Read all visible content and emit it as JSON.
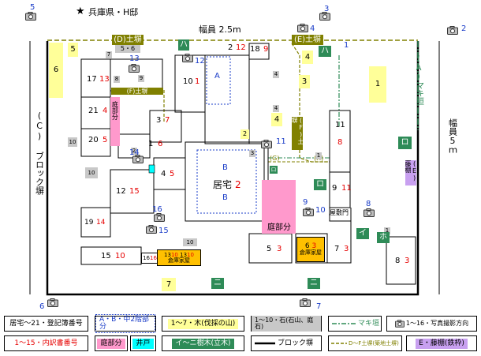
{
  "title": "兵庫県・H邸",
  "road_top": "幅員 2.5m",
  "road_right": "幅員5ｍ",
  "wall_c": "(C) ブロック塀",
  "hedge_a": "(A)マキ垣",
  "doei_d": "(D)土塀",
  "doei_e": "(E)土塀",
  "doei_f1": "(F)土塀",
  "doei_f2": "(F)土塀",
  "doei_g": "(G)",
  "doei_h": "(H)",
  "fuji_e": "(E)藤棚",
  "teibu": "庭部分",
  "teibu2": "庭部分",
  "kyotaku": "居宅",
  "kyotaku_num": "2",
  "region_a": "A",
  "region_b1": "B",
  "region_b2": "B",
  "yakumon": "屋敷門",
  "shoko1": "倉庫家屋",
  "shoko2": "倉庫家屋",
  "icons": {
    "camera": "camera-icon",
    "star": "star-icon"
  },
  "buildings": [
    {
      "k": "18",
      "r": "9"
    },
    {
      "k": "2",
      "r": "12"
    },
    {
      "k": "10",
      "r": "1"
    },
    {
      "k": "17",
      "r": "13"
    },
    {
      "k": "21",
      "r": "4"
    },
    {
      "k": "20",
      "r": "5"
    },
    {
      "k": "3",
      "r": "7"
    },
    {
      "k": "1",
      "r": "6"
    },
    {
      "k": "4",
      "r": "5"
    },
    {
      "k": "12",
      "r": "15"
    },
    {
      "k": "19",
      "r": "14"
    },
    {
      "k": "15",
      "r": "10"
    },
    {
      "k": "16",
      "r": "16"
    },
    {
      "k": "13",
      "r": "10"
    },
    {
      "k": "13",
      "r": "10"
    },
    {
      "k": "5",
      "r": "3"
    },
    {
      "k": "6",
      "r": "3"
    },
    {
      "k": "7",
      "r": "3"
    },
    {
      "k": "9",
      "r": "11"
    },
    {
      "k": "11",
      "r": "8"
    },
    {
      "k": "8",
      "r": "3"
    }
  ],
  "trees_yellow": [
    "5",
    "6",
    "4",
    "3",
    "4",
    "2",
    "1",
    "7"
  ],
  "stones_gray": [
    "7",
    "8",
    "9",
    "5・6",
    "4",
    "4",
    "3",
    "10",
    "10",
    "10",
    "1",
    "2",
    "1"
  ],
  "trees_green": [
    "ハ",
    "ハ",
    "ロ",
    "ロ",
    "イ",
    "ホ",
    "ニ",
    "ニ",
    "ロ"
  ],
  "photos": [
    "5",
    "3",
    "4",
    "2",
    "1",
    "13",
    "12",
    "11",
    "14",
    "15",
    "16",
    "9",
    "10",
    "8",
    "6",
    "7"
  ],
  "legend": {
    "row1": [
      "居宅～21・登記簿番号",
      "A・B・中2階部分",
      "1～7・木(伐採の山)",
      "1～10・石(石山、庭石)",
      "マキ垣",
      "1～16・写真撮影方向"
    ],
    "row2": [
      "1～15・内訳書番号",
      "庭部分",
      "井戸",
      "イ～ニ樹木(立木)",
      "ブロック塀",
      "D～F土塀(築地土塀)",
      "E・藤棚(鉄枠)"
    ],
    "row1_color_ab": "#1a3cc8",
    "row2_color_naiyaku": "#e60000"
  }
}
